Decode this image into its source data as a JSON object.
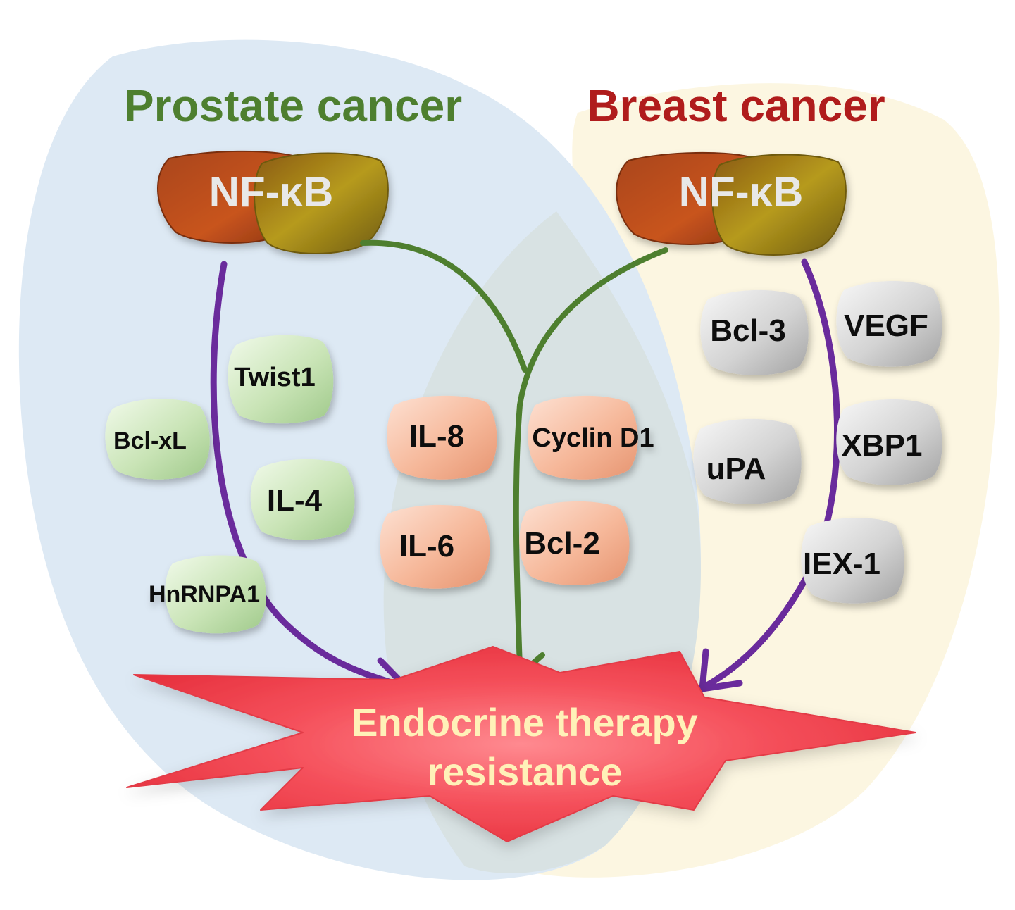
{
  "prostate": {
    "title": "Prostate cancer",
    "nfkb": "NF-κB",
    "factors": [
      "Twist1",
      "Bcl-xL",
      "IL-4",
      "HnRNPA1"
    ]
  },
  "breast": {
    "title": "Breast cancer",
    "nfkb": "NF-κB",
    "factors": [
      "Bcl-3",
      "VEGF",
      "uPA",
      "XBP1",
      "IEX-1"
    ]
  },
  "shared": {
    "factors": [
      "IL-8",
      "Cyclin D1",
      "IL-6",
      "Bcl-2"
    ]
  },
  "outcome": {
    "line1": "Endocrine therapy",
    "line2": "resistance"
  },
  "colors": {
    "prostate_region": "#dde9f4",
    "breast_region": "#fcf6e1",
    "overlap_region": "#d9e3e4",
    "prostate_title": "#4e7f2f",
    "breast_title": "#b01c1c",
    "purple_arrow": "#6a2b9c",
    "green_arrow": "#4e7f2f",
    "green_pill": "#cfe6c0",
    "peach_pill": "#f6b89a",
    "gray_pill": "#d4d4d4",
    "burst": "#f2545f",
    "outcome_text": "#fff1b8"
  }
}
